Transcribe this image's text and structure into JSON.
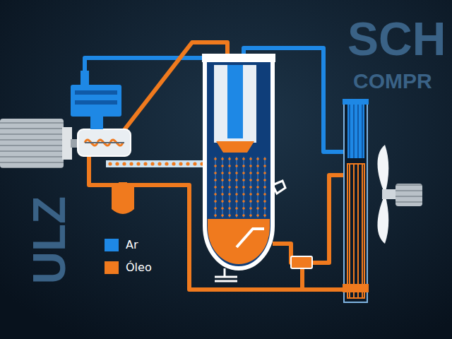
{
  "diagram": {
    "labels": [
      "SCH",
      "COMPR",
      "ULZ"
    ],
    "legend": [
      {
        "text": "Ar",
        "color": "#1e88e5"
      },
      {
        "text": "Óleo",
        "color": "#f07a1e"
      }
    ]
  }
}
